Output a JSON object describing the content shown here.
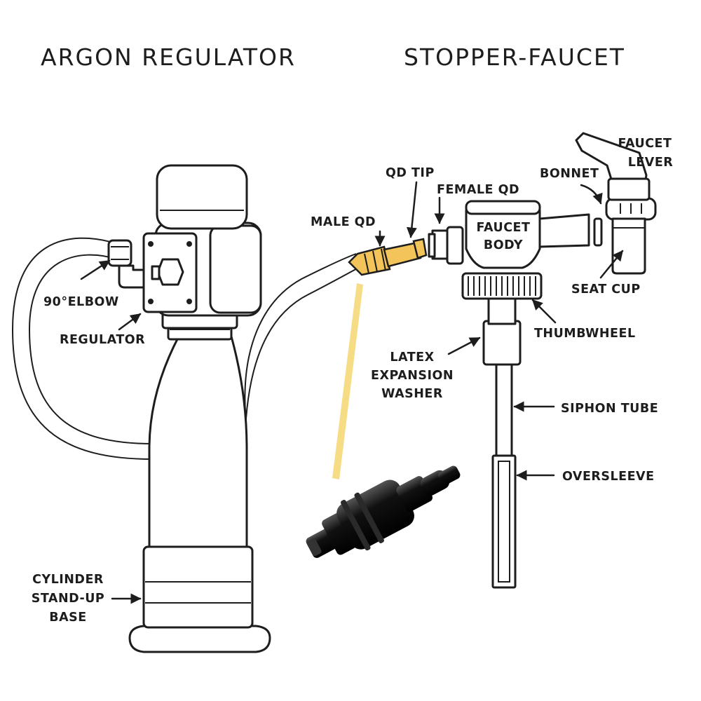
{
  "titles": {
    "left": "ARGON REGULATOR",
    "right": "STOPPER-FAUCET"
  },
  "labels": {
    "elbow": "90°ELBOW",
    "regulator": "REGULATOR",
    "cylinder_base": [
      "CYLINDER",
      "STAND-UP",
      "BASE"
    ],
    "male_qd": "MALE QD",
    "qd_tip": "QD TIP",
    "female_qd": "FEMALE QD",
    "faucet_body": [
      "FAUCET",
      "BODY"
    ],
    "bonnet": "BONNET",
    "faucet_lever": [
      "FAUCET",
      "LEVER"
    ],
    "seat_cup": "SEAT CUP",
    "thumbwheel": "THUMBWHEEL",
    "latex_washer": [
      "LATEX",
      "EXPANSION",
      "WASHER"
    ],
    "siphon_tube": "SIPHON TUBE",
    "oversleeve": "OVERSLEEVE"
  },
  "colors": {
    "ink": "#1d1d1d",
    "brass": "#f2c45a",
    "highlight_beam": "#f7dc86",
    "qd_black": "#111111"
  }
}
